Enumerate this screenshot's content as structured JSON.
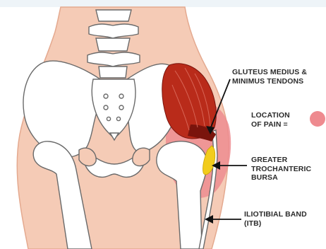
{
  "labels": {
    "gluteus_tendons": [
      "GLUTEUS MEDIUS &",
      "MINIMUS TENDONS"
    ],
    "location_of_pain": [
      "LOCATION",
      "OF PAIN ="
    ],
    "bursa": [
      "GREATER",
      "TROCHANTERIC",
      "BURSA"
    ],
    "itb": [
      "ILIOTIBIAL BAND",
      "(ITB)"
    ]
  },
  "colors": {
    "skin": "#f5cbb6",
    "skin_outline": "#e4a98f",
    "bone": "#ffffff",
    "bone_outline": "#6a6a6a",
    "muscle": "#b92b1a",
    "muscle_dark": "#7a140c",
    "pain_zone": "#ee8a8f",
    "bursa": "#f2cc1c",
    "arrow": "#111111"
  }
}
